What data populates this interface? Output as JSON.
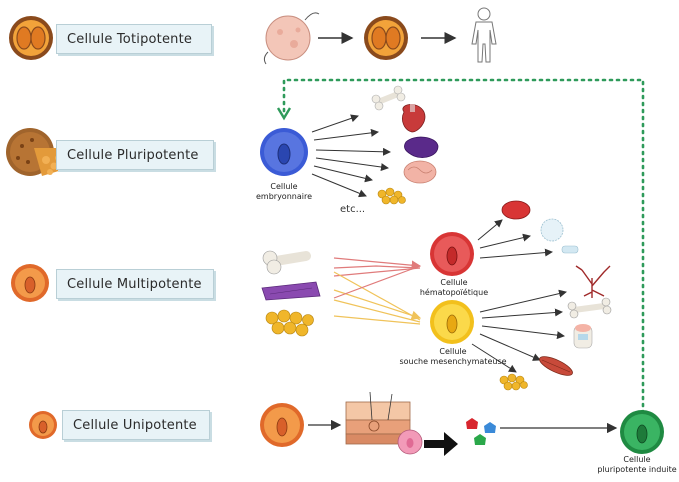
{
  "labels": {
    "totipotent": "Cellule Totipotente",
    "pluripotent": "Cellule Pluripotente",
    "multipotent": "Cellule Multipotente",
    "unipotent": "Cellule Unipotente"
  },
  "captions": {
    "embryonic_line1": "Cellule",
    "embryonic_line2": "embryonnaire",
    "etc": "etc...",
    "hematopoietic_line1": "Cellule",
    "hematopoietic_line2": "hématopoïétique",
    "mesenchymal_line1": "Cellule",
    "mesenchymal_line2": "souche mesenchymateuse",
    "induced_line1": "Cellule",
    "induced_line2": "pluripotente induite"
  },
  "colors": {
    "dotted_path": "#2e9a5a",
    "label_bg": "#e8f3f7",
    "totipotent_cell": "#e08a2a",
    "embryonic_cell": "#3b5bd6",
    "hematopoietic_cell": "#d83535",
    "mesenchymal_cell": "#f2c01c",
    "induced_cell": "#27a24f"
  }
}
